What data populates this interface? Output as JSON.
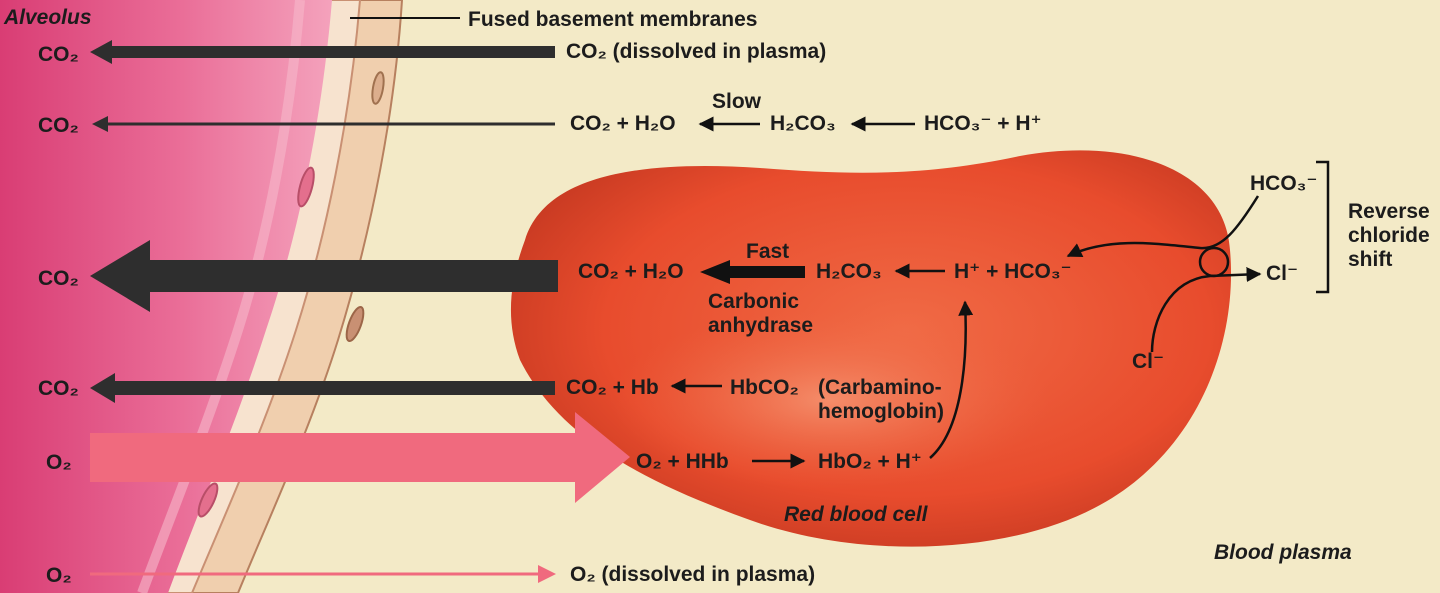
{
  "labels": {
    "alveolus": "Alveolus",
    "fused_membranes": "Fused basement membranes",
    "red_blood_cell": "Red blood cell",
    "blood_plasma": "Blood plasma",
    "reverse_chloride_shift": "Reverse chloride shift"
  },
  "alveolus_side": {
    "co2_1": "CO₂",
    "co2_2": "CO₂",
    "co2_3": "CO₂",
    "co2_4": "CO₂",
    "o2_1": "O₂",
    "o2_2": "O₂"
  },
  "reactions": {
    "co2_dissolved": "CO₂ (dissolved in plasma)",
    "plasma_co2_h2o": "CO₂ + H₂O",
    "slow": "Slow",
    "plasma_h2co3": "H₂CO₃",
    "plasma_hco3_h": "HCO₃⁻ + H⁺",
    "rbc_co2_h2o": "CO₂ + H₂O",
    "fast": "Fast",
    "carbonic_anhydrase": "Carbonic anhydrase",
    "rbc_h2co3": "H₂CO₃",
    "rbc_h_hco3": "H⁺ + HCO₃⁻",
    "co2_hb": "CO₂ + Hb",
    "hbco2": "HbCO₂",
    "carbaminohemoglobin": "(Carbamino- hemoglobin)",
    "o2_hhb": "O₂ + HHb",
    "hbo2_h": "HbO₂ + H⁺",
    "o2_dissolved": "O₂ (dissolved in plasma)",
    "hco3_out": "HCO₃⁻",
    "cl_out": "Cl⁻",
    "cl_in": "Cl⁻"
  }
}
